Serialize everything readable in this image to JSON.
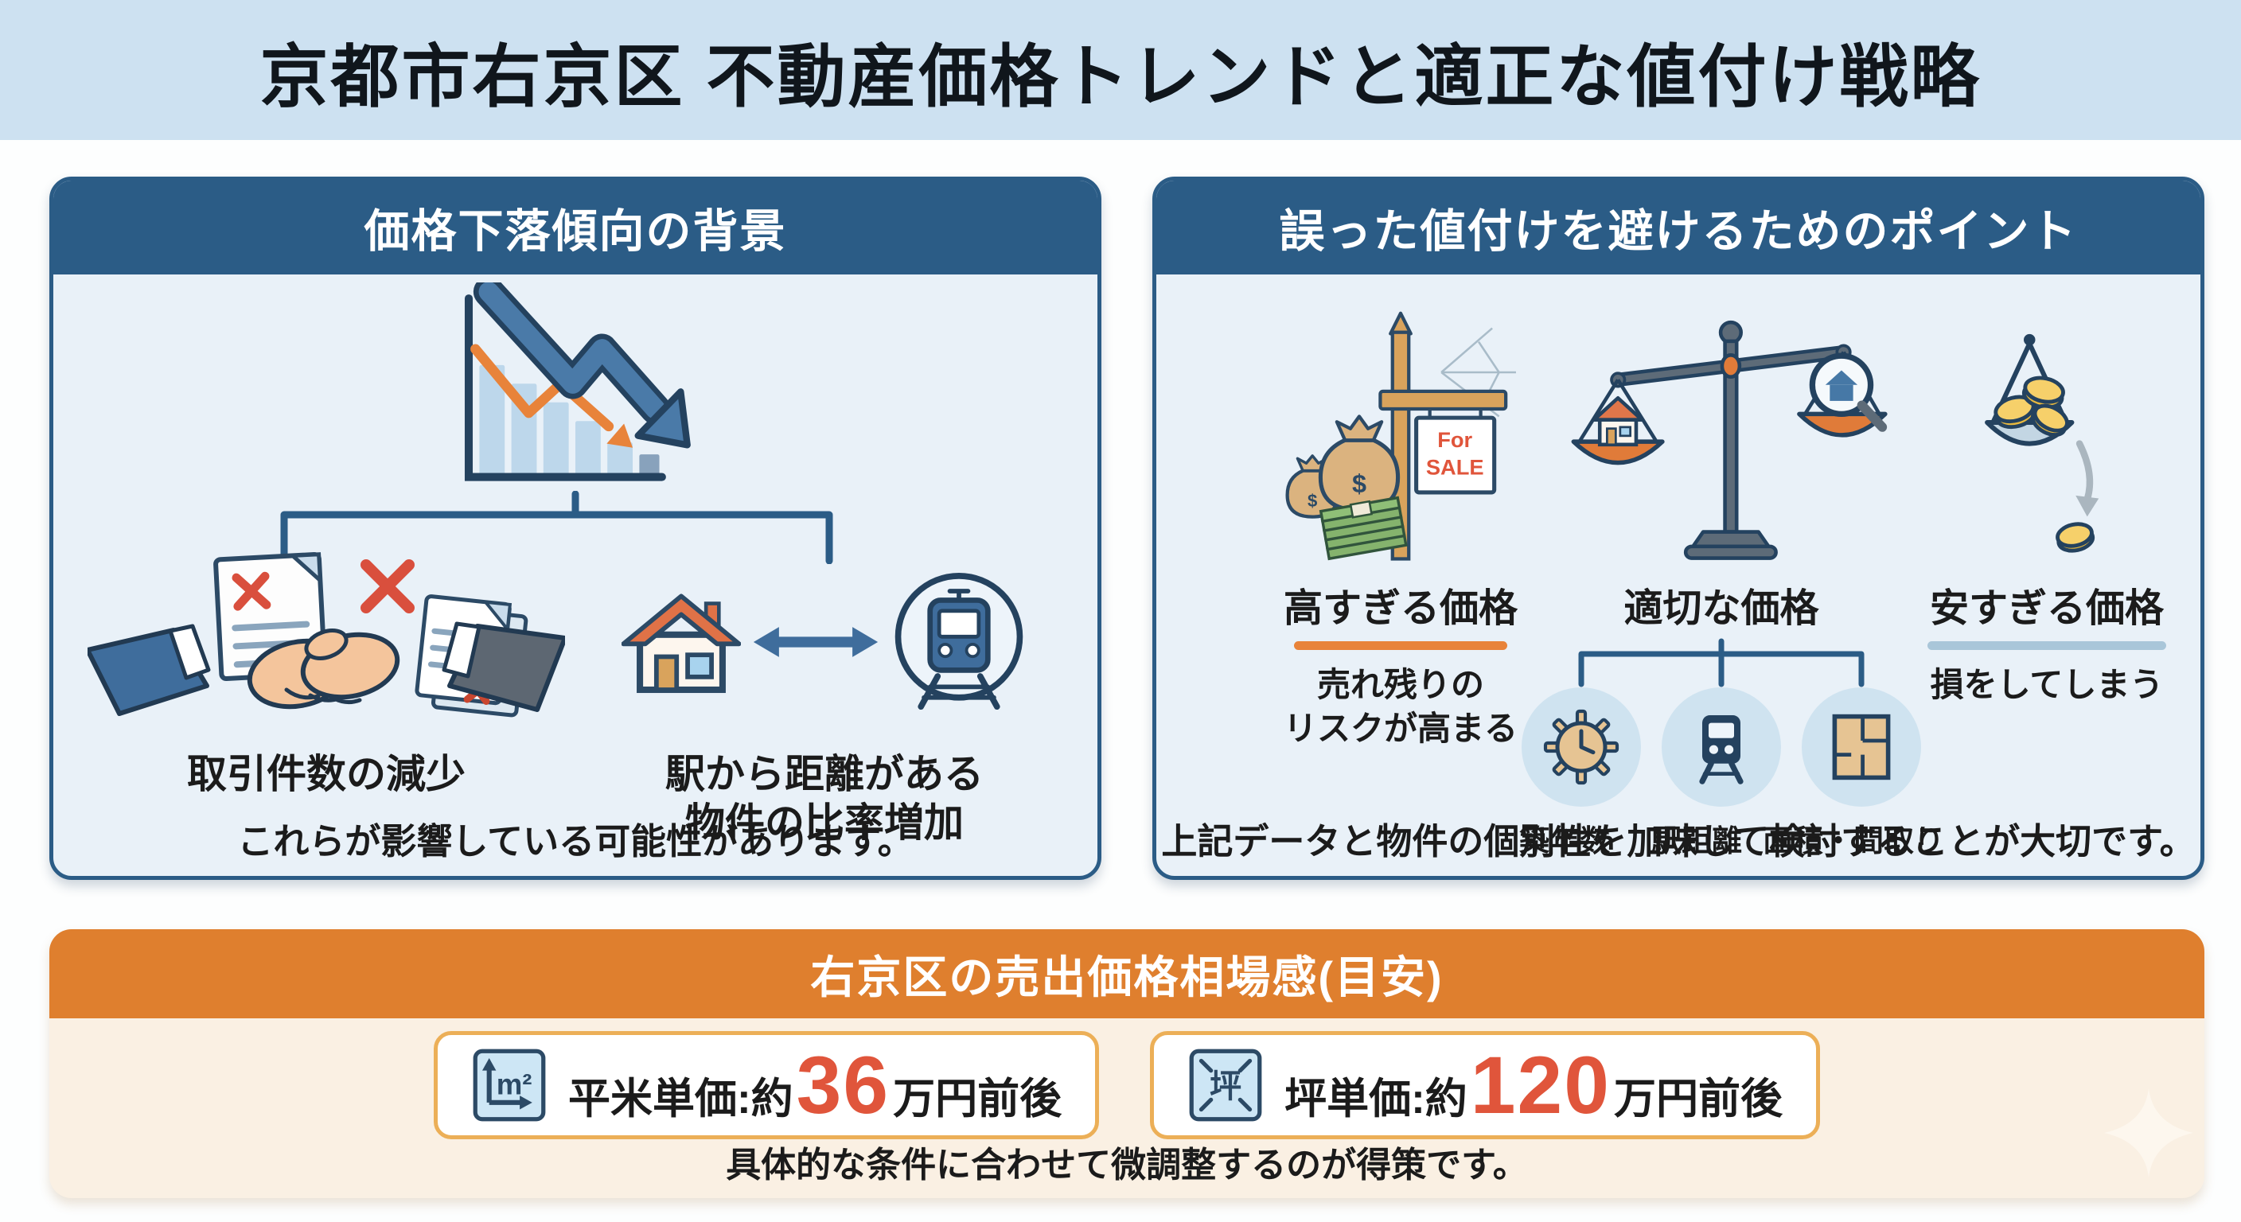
{
  "header": {
    "title": "京都市右京区 不動産価格トレンドと適正な値付け戦略"
  },
  "left_panel": {
    "title": "価格下落傾向の背景",
    "item1": {
      "label": "取引件数の減少"
    },
    "item2": {
      "label_line1": "駅から距離がある",
      "label_line2": "物件の比率増加"
    },
    "footnote": "これらが影響している可能性があります。"
  },
  "right_panel": {
    "title": "誤った値付けを避けるためのポイント",
    "too_high": {
      "label": "高すぎる価格",
      "desc_line1": "売れ残りの",
      "desc_line2": "リスクが高まる",
      "sign_line1": "For",
      "sign_line2": "SALE",
      "money_symbol": "$"
    },
    "appropriate": {
      "label": "適切な価格",
      "factors": [
        {
          "label": "築年数"
        },
        {
          "label": "駅距離"
        },
        {
          "label": "面積・間取り"
        }
      ]
    },
    "too_low": {
      "label": "安すぎる価格",
      "desc": "損をしてしまう"
    },
    "footnote": "上記データと物件の個別性を加味して検討することが大切です。"
  },
  "bottom_panel": {
    "title": "右京区の売出価格相場感(目安)",
    "cards": [
      {
        "icon_label": "m²",
        "prefix": "平米単価:約",
        "value": "36",
        "suffix": "万円前後"
      },
      {
        "icon_label": "坪",
        "prefix": "坪単価:約",
        "value": "120",
        "suffix": "万円前後"
      }
    ],
    "footnote": "具体的な条件に合わせて微調整するのが得策です。"
  },
  "colors": {
    "panel_blue": "#2b5c86",
    "band_blue": "#cde1f1",
    "panel_body_blue": "#e9f1f8",
    "accent_orange": "#df7f2e",
    "value_red": "#e0553b",
    "peach_bg": "#faf0e3",
    "underline_orange": "#e8833a",
    "underline_blue": "#a9c6d9"
  }
}
